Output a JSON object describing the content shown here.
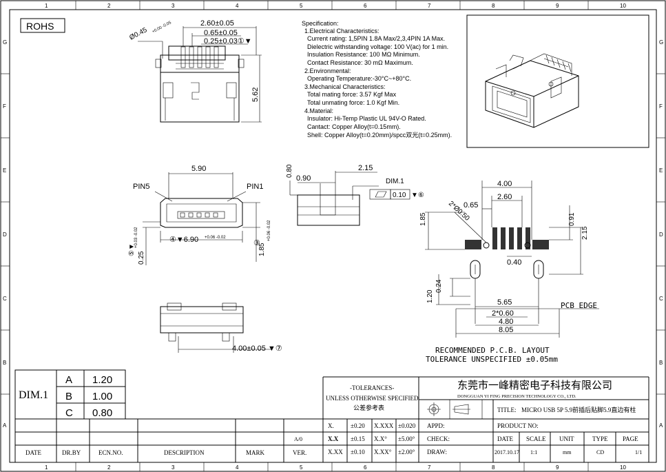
{
  "frame": {
    "columns": [
      "1",
      "2",
      "3",
      "4",
      "5",
      "6",
      "7",
      "8",
      "9",
      "10"
    ],
    "rows": [
      "G",
      "F",
      "E",
      "D",
      "C",
      "B",
      "A"
    ],
    "rohs": "ROHS"
  },
  "spec": {
    "title": "Specification:",
    "lines": [
      "1.Electrical Characteristics:",
      "Current rating: 1,5PIN 1.8A Max/2,3,4PIN 1A Max.",
      "Dielectric withstanding voltage: 100 V(ac) for 1 min.",
      "Insulation Resistance: 100 MΩ Minimum.",
      "Contact Resistance: 30 mΩ Maximum.",
      "2.Environmental:",
      "Operating Temperature:-30°C~+80°C.",
      "3.Mechanical Characteristics:",
      "Total mating force: 3.57 Kgf Max",
      "Total unmating force: 1.0 Kgf Min.",
      "4.Material:",
      "Insulator: Hi-Temp Plastic UL 94V-O Rated.",
      "Cantact: Copper Alloy(t=0.15mm).",
      "Shell: Copper Alloy(t=0.20mm)/spcc双光(t=0.25mm)."
    ]
  },
  "top_view": {
    "d1": "2.60±0.05",
    "d2": "0.65±0.05",
    "d3": "0.25±0.03①▼",
    "dia": "Ø0.45",
    "dia_tol": "+0.00 -0.05",
    "height": "5.62"
  },
  "front_view": {
    "width": "5.90",
    "pin5": "PIN5",
    "pin1": "PIN1",
    "bottom": "④▼6.90",
    "bottom_tol": "+0.06 -0.02",
    "right": "1.85",
    "right_tol": "+0.06 -0.02",
    "right_mark": "③",
    "left": "0.25",
    "left_tol": "+0.03 -0.02",
    "left_mark": "⑤▼"
  },
  "side_view": {
    "d080": "0.80",
    "d215": "2.15",
    "d090": "0.90",
    "dim1": "DIM.1",
    "flat": "0.10",
    "flat_mark": "▼⑥"
  },
  "bottom_view": {
    "dim": "4.00±0.05",
    "mark": "▼⑦"
  },
  "pcb": {
    "w400": "4.00",
    "w260": "2.60",
    "w065": "0.65",
    "diag": "2*Ø0.50",
    "h185": "1.85",
    "h091": "0.91",
    "h215": "2.15",
    "w040": "0.40",
    "h024": "0.24",
    "h120": "1.20",
    "w565": "5.65",
    "w260b": "2*0.60",
    "w480": "4.80",
    "w805": "8.05",
    "edge": "PCB EDGE",
    "rec1": "RECOMMENDED   P.C.B. LAYOUT",
    "rec2": "TOLERANCE UNSPECIFIED ±0.05mm"
  },
  "dim_table": {
    "label": "DIM.1",
    "rows": [
      {
        "k": "A",
        "v": "1.20"
      },
      {
        "k": "B",
        "v": "1.00"
      },
      {
        "k": "C",
        "v": "0.80"
      }
    ]
  },
  "title_block": {
    "tol_title": "-TOLERANCES-",
    "tol_line": "UNLESS OTHERWISE SPECIFIED",
    "tol_cn": "公差参考表",
    "company_cn": "东莞市一峰精密电子科技有限公司",
    "company_en": "DONGGUAN YI FING PRECISION TECHNOLOGY CO., LTD.",
    "title_label": "TITLE:",
    "title_value": "MICRO USB 5P 5.9前插后贴脚5.9直边有柱",
    "appd": "APPD:",
    "product_no": "PRODUCT NO:",
    "check": "CHECK:",
    "draw": "DRAW:",
    "tol_rows": [
      {
        "a": "X.",
        "b": "±0.20",
        "c": "X.XXX",
        "d": "±0.020"
      },
      {
        "a": "X.X",
        "b": "±0.15",
        "c": "X.X°",
        "d": "±5.00°"
      },
      {
        "a": "X.XX",
        "b": "±0.10",
        "c": "X.XX°",
        "d": "±2.00°"
      }
    ],
    "meta_headers": [
      "DATE",
      "SCALE",
      "UNIT",
      "TYPE",
      "PAGE"
    ],
    "meta_values": [
      "2017.10.17",
      "1:1",
      "mm",
      "CD",
      "1/1"
    ],
    "rev_headers": [
      "DATE",
      "DR.BY",
      "ECN.NO.",
      "DESCRIPTION",
      "MARK",
      "VER."
    ],
    "rev_ver": "A/0"
  }
}
